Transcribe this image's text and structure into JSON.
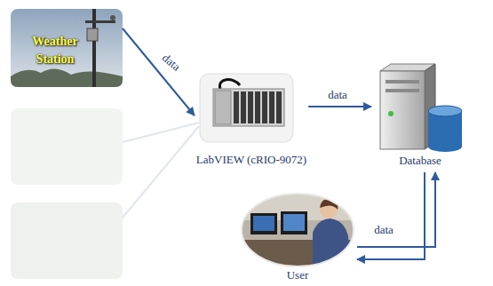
{
  "diagram": {
    "nodes": [
      {
        "text": [
          "Weather Station"
        ]
      },
      {
        "text": [
          "LabVIEW (cRIO-9072)"
        ]
      },
      {
        "text": [
          "Database"
        ]
      },
      {
        "text": [
          "User"
        ]
      }
    ],
    "edges": [
      {
        "from": 0,
        "to": 1,
        "label": "data",
        "arrow": "to"
      },
      {
        "from": 1,
        "to": 2,
        "label": "data",
        "arrow": "to"
      },
      {
        "from": 2,
        "to": 3,
        "label": "data",
        "arrow": "to"
      },
      {
        "from": 3,
        "to": 2,
        "arrow": "to"
      }
    ]
  }
}
